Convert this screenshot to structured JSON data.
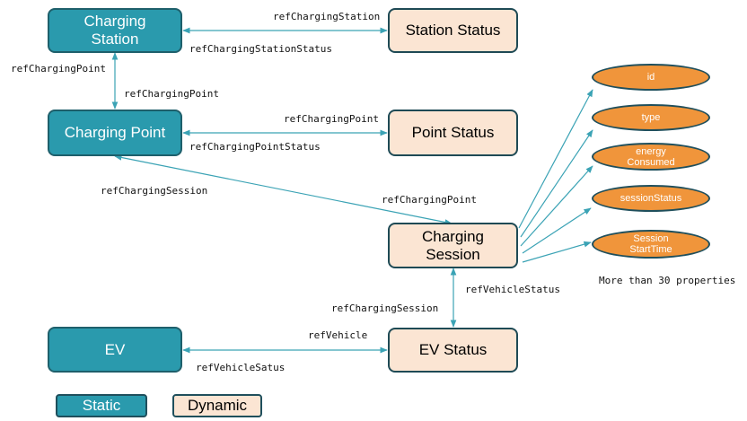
{
  "nodes": {
    "charging_station": "Charging\nStation",
    "station_status": "Station Status",
    "charging_point": "Charging Point",
    "point_status": "Point Status",
    "charging_session": "Charging\nSession",
    "ev": "EV",
    "ev_status": "EV Status"
  },
  "properties": {
    "id": "id",
    "type": "type",
    "energy_consumed": "energy\nConsumed",
    "session_status": "sessionStatus",
    "session_start_time": "Session\nStartTime"
  },
  "edge_labels": {
    "ref_charging_station": "refChargingStation",
    "ref_charging_station_status": "refChargingStationStatus",
    "ref_charging_point_left": "refChargingPoint",
    "ref_charging_point_mid": "refChargingPoint",
    "ref_charging_point_right": "refChargingPoint",
    "ref_charging_point_status": "refChargingPointStatus",
    "ref_charging_session_top": "refChargingSession",
    "ref_charging_point_session": "refChargingPoint",
    "ref_vehicle_status": "refVehicleStatus",
    "ref_charging_session_bottom": "refChargingSession",
    "ref_vehicle": "refVehicle",
    "ref_vehicle_satus": "refVehicleSatus"
  },
  "note": "More than 30 properties",
  "legend": {
    "static": "Static",
    "dynamic": "Dynamic"
  },
  "colors": {
    "static_fill": "#2a9aad",
    "dynamic_fill": "#fbe5d3",
    "property_fill": "#f0953b",
    "arrow": "#3ba3b5"
  }
}
